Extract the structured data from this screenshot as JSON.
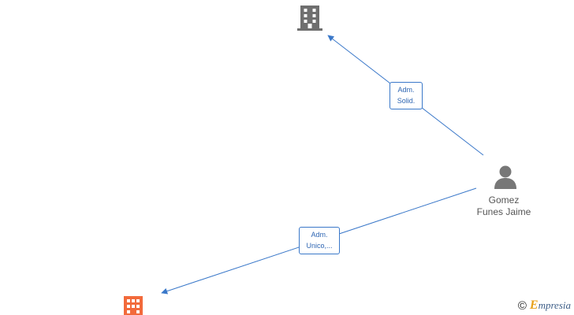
{
  "colors": {
    "edge": "#3a78c9",
    "company_grey": "#6f6f6f",
    "company_orange": "#f26a3b",
    "person": "#777777"
  },
  "nodes": {
    "company_top": {
      "icon": "building-icon",
      "color": "#6f6f6f"
    },
    "company_bottom": {
      "icon": "building-icon",
      "color": "#f26a3b"
    },
    "person": {
      "icon": "person-icon",
      "name_line1": "Gomez",
      "name_line2": "Funes Jaime"
    }
  },
  "edges": [
    {
      "from": "person",
      "to": "company_top",
      "label_line1": "Adm.",
      "label_line2": "Solid."
    },
    {
      "from": "person",
      "to": "company_bottom",
      "label_line1": "Adm.",
      "label_line2": "Unico,..."
    }
  ],
  "watermark": {
    "symbol": "©",
    "brand_first": "E",
    "brand_rest": "mpresia"
  }
}
